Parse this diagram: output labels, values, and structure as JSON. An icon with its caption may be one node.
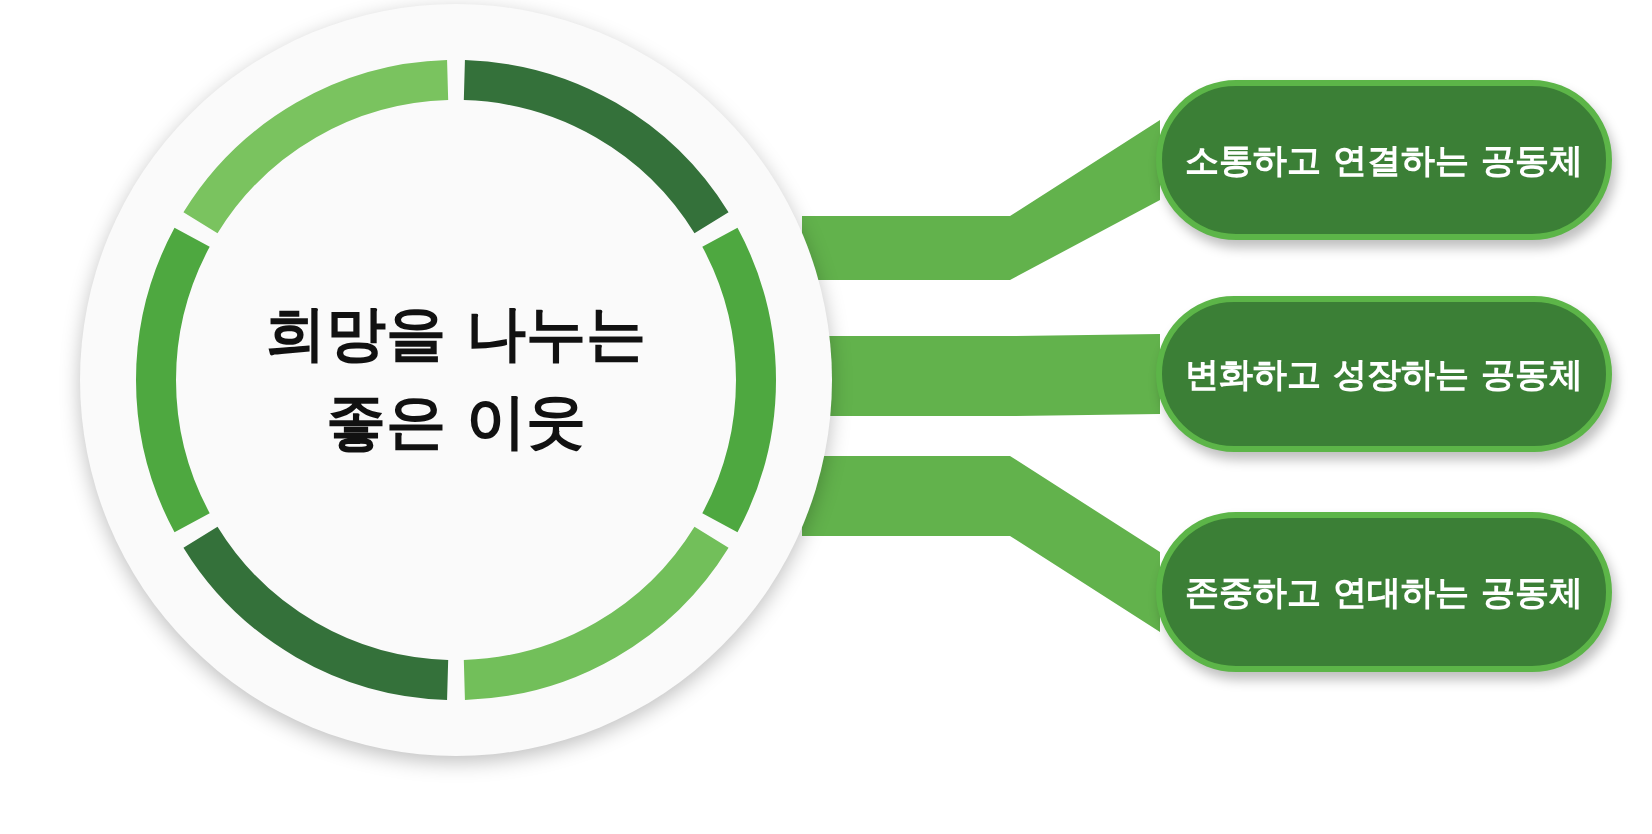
{
  "diagram": {
    "nodes": [
      {
        "text": [
          "희망을 나누는 좋은 이웃"
        ]
      },
      {
        "text": [
          "소통하고 연결하는 공동체"
        ]
      },
      {
        "text": [
          "변화하고 성장하는 공동체"
        ]
      },
      {
        "text": [
          "존중하고 연대하는 공동체"
        ]
      }
    ],
    "edges": [
      {
        "from": 0,
        "to": 1,
        "arrow": "none"
      },
      {
        "from": 0,
        "to": 2,
        "arrow": "none"
      },
      {
        "from": 0,
        "to": 3,
        "arrow": "none"
      }
    ]
  }
}
